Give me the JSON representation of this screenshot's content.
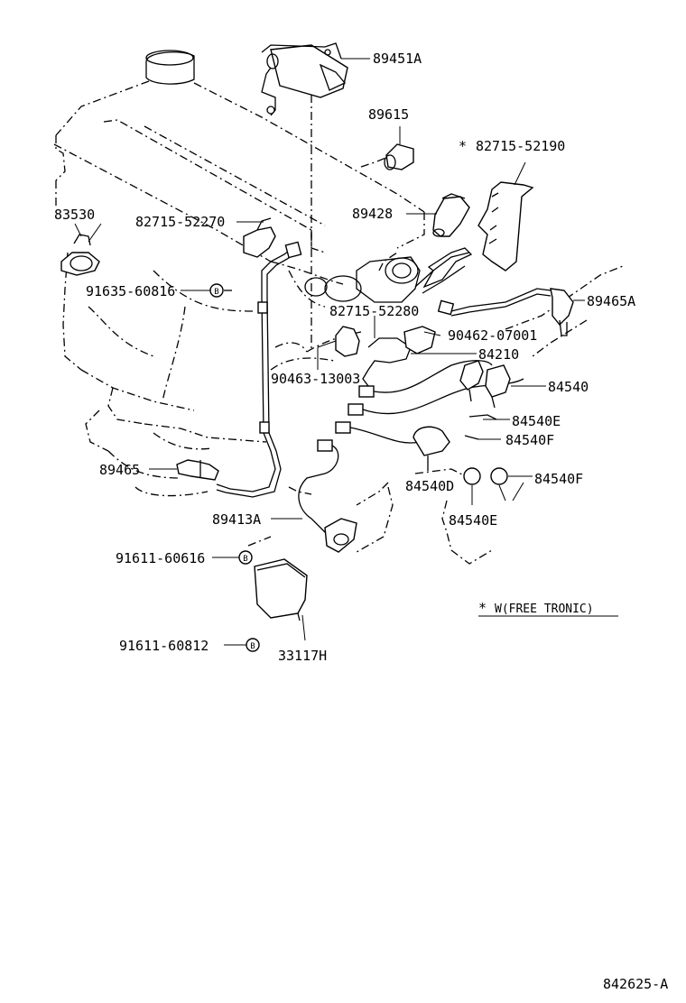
{
  "labels": {
    "p89451A": "89451A",
    "p89615": "89615",
    "p82715_52190": "82715-52190",
    "p89428": "89428",
    "p83530": "83530",
    "p82715_52270": "82715-52270",
    "p91635_60816": "91635-60816",
    "p89465A": "89465A",
    "p82715_52280": "82715-52280",
    "p90462_07001": "90462-07001",
    "p84210": "84210",
    "p90463_13003": "90463-13003",
    "p84540": "84540",
    "p84540E_1": "84540E",
    "p84540F_1": "84540F",
    "p89465": "89465",
    "p84540D": "84540D",
    "p84540F_2": "84540F",
    "p84540E_2": "84540E",
    "p89413A": "89413A",
    "p91611_60616": "91611-60616",
    "p91611_60812": "91611-60812",
    "p33117H": "33117H",
    "note": "W(FREE TRONIC)",
    "footer": "842625-A"
  },
  "symbols": {
    "asterisk": "*",
    "bolt_mark": "B"
  }
}
